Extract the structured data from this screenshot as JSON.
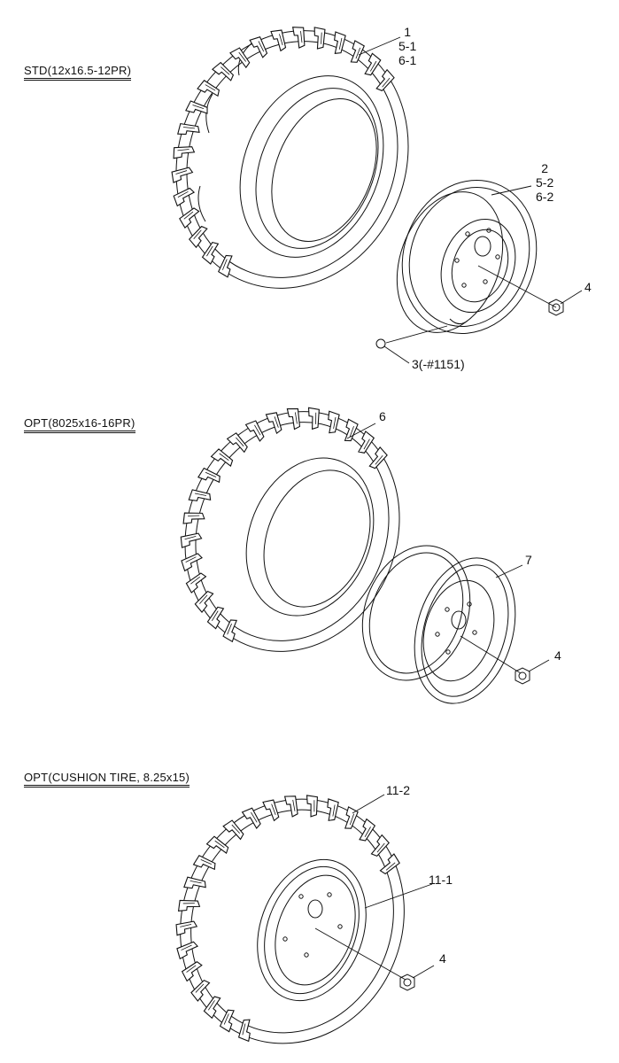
{
  "sections": [
    {
      "title": "STD(12x16.5-12PR)",
      "callouts": [
        {
          "id": "tire",
          "lines": [
            "1",
            "5-1",
            "6-1"
          ]
        },
        {
          "id": "rim",
          "lines": [
            "2",
            "5-2",
            "6-2"
          ]
        },
        {
          "id": "nut",
          "lines": [
            "4"
          ]
        },
        {
          "id": "valve",
          "lines": [
            "3(-#1151)"
          ]
        }
      ]
    },
    {
      "title": "OPT(8025x16-16PR)",
      "callouts": [
        {
          "id": "tire",
          "lines": [
            "6"
          ]
        },
        {
          "id": "rim",
          "lines": [
            "7"
          ]
        },
        {
          "id": "nut",
          "lines": [
            "4"
          ]
        }
      ]
    },
    {
      "title": "OPT(CUSHION TIRE, 8.25x15)",
      "callouts": [
        {
          "id": "tire",
          "lines": [
            "11-2"
          ]
        },
        {
          "id": "rim",
          "lines": [
            "11-1"
          ]
        },
        {
          "id": "nut",
          "lines": [
            "4"
          ]
        }
      ]
    }
  ]
}
